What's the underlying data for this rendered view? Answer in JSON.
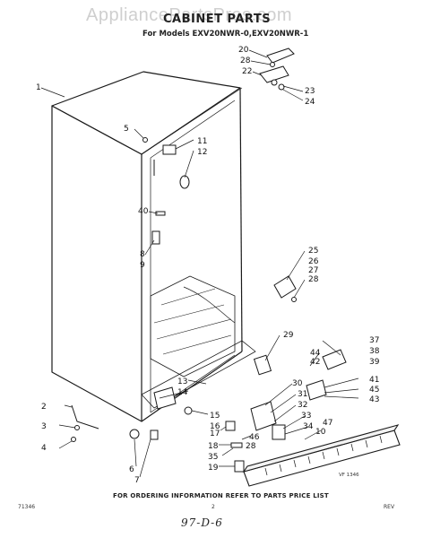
{
  "header": {
    "watermark": "AppliancePartsPros.com",
    "title": "CABINET PARTS",
    "models": "For Models EXV20NWR-0,EXV20NWR-1"
  },
  "footer": {
    "ordering_note": "FOR ORDERING INFORMATION REFER TO PARTS PRICE LIST",
    "figure_code": "71346",
    "page_number": "2",
    "rev": "REV",
    "handwritten": "97-D-6"
  },
  "diagram": {
    "figure_ref": "VF 1346",
    "callouts": [
      "1",
      "2",
      "3",
      "4",
      "5",
      "6",
      "7",
      "8",
      "9",
      "10",
      "11",
      "12",
      "13",
      "14",
      "15",
      "16",
      "17",
      "18",
      "19",
      "20",
      "22",
      "23",
      "24",
      "25",
      "26",
      "27",
      "28",
      "28",
      "28",
      "29",
      "30",
      "31",
      "32",
      "33",
      "34",
      "35",
      "37",
      "38",
      "39",
      "40",
      "41",
      "42",
      "43",
      "44",
      "45",
      "46",
      "47"
    ]
  }
}
